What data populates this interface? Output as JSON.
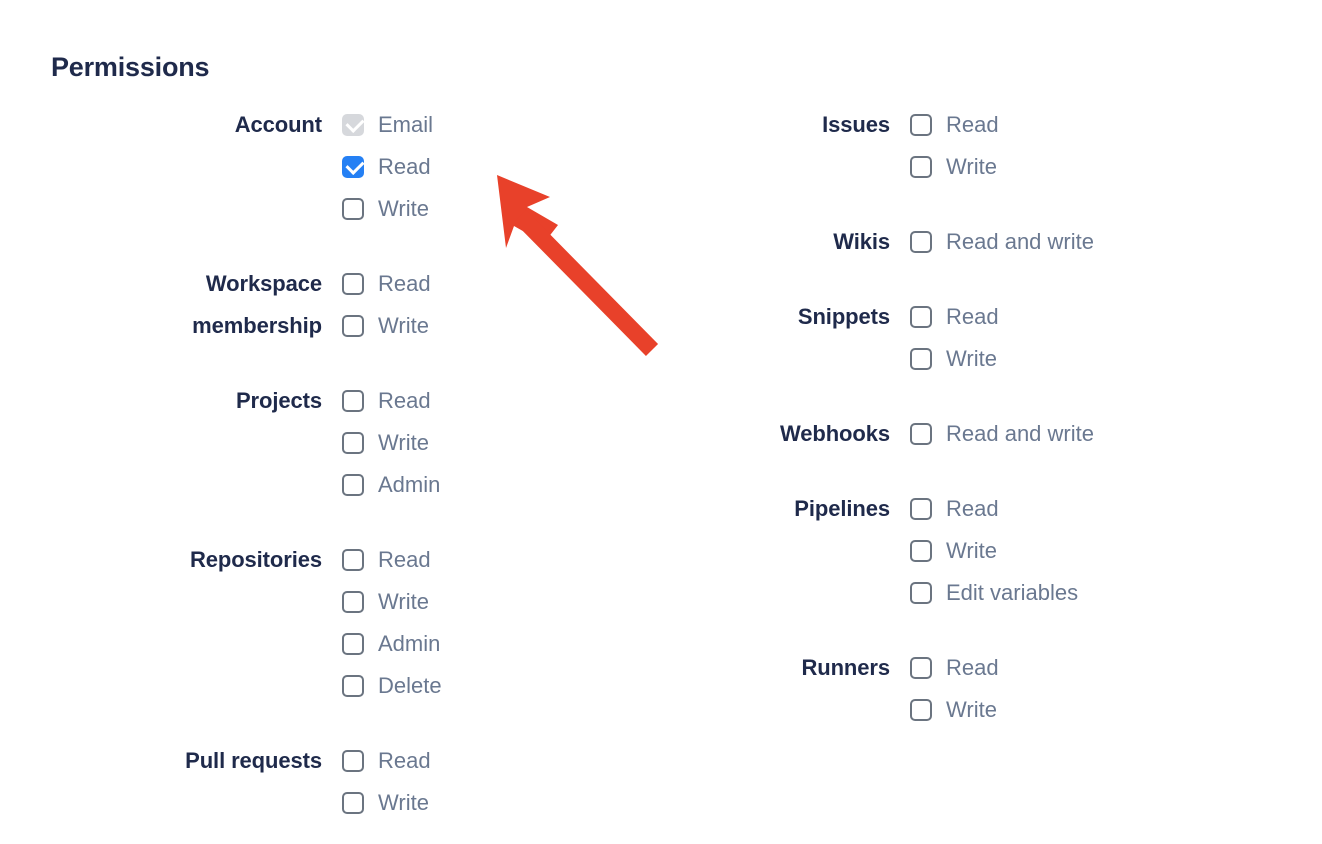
{
  "page": {
    "title": "Permissions",
    "accent_checked_color": "#2580f4",
    "disabled_checkbox_color": "#d6d8dc",
    "label_color": "#1f2a4b",
    "option_label_color": "#6a7890",
    "pointer_color": "#e8412a"
  },
  "columns": {
    "left": [
      {
        "label": "Account",
        "label_lines": [
          "Account"
        ],
        "options": [
          {
            "label": "Email",
            "state": "disabled-checked"
          },
          {
            "label": "Read",
            "state": "checked"
          },
          {
            "label": "Write",
            "state": "unchecked"
          }
        ]
      },
      {
        "label": "Workspace membership",
        "label_lines": [
          "Workspace",
          "membership"
        ],
        "options": [
          {
            "label": "Read",
            "state": "unchecked"
          },
          {
            "label": "Write",
            "state": "unchecked"
          }
        ]
      },
      {
        "label": "Projects",
        "label_lines": [
          "Projects"
        ],
        "options": [
          {
            "label": "Read",
            "state": "unchecked"
          },
          {
            "label": "Write",
            "state": "unchecked"
          },
          {
            "label": "Admin",
            "state": "unchecked"
          }
        ]
      },
      {
        "label": "Repositories",
        "label_lines": [
          "Repositories"
        ],
        "options": [
          {
            "label": "Read",
            "state": "unchecked"
          },
          {
            "label": "Write",
            "state": "unchecked"
          },
          {
            "label": "Admin",
            "state": "unchecked"
          },
          {
            "label": "Delete",
            "state": "unchecked"
          }
        ]
      },
      {
        "label": "Pull requests",
        "label_lines": [
          "Pull requests"
        ],
        "options": [
          {
            "label": "Read",
            "state": "unchecked"
          },
          {
            "label": "Write",
            "state": "unchecked"
          }
        ]
      }
    ],
    "right": [
      {
        "label": "Issues",
        "label_lines": [
          "Issues"
        ],
        "options": [
          {
            "label": "Read",
            "state": "unchecked"
          },
          {
            "label": "Write",
            "state": "unchecked"
          }
        ]
      },
      {
        "label": "Wikis",
        "label_lines": [
          "Wikis"
        ],
        "options": [
          {
            "label": "Read and write",
            "state": "unchecked"
          }
        ]
      },
      {
        "label": "Snippets",
        "label_lines": [
          "Snippets"
        ],
        "options": [
          {
            "label": "Read",
            "state": "unchecked"
          },
          {
            "label": "Write",
            "state": "unchecked"
          }
        ]
      },
      {
        "label": "Webhooks",
        "label_lines": [
          "Webhooks"
        ],
        "options": [
          {
            "label": "Read and write",
            "state": "unchecked"
          }
        ]
      },
      {
        "label": "Pipelines",
        "label_lines": [
          "Pipelines"
        ],
        "options": [
          {
            "label": "Read",
            "state": "unchecked"
          },
          {
            "label": "Write",
            "state": "unchecked"
          },
          {
            "label": "Edit variables",
            "state": "unchecked"
          }
        ]
      },
      {
        "label": "Runners",
        "label_lines": [
          "Runners"
        ],
        "options": [
          {
            "label": "Read",
            "state": "unchecked"
          },
          {
            "label": "Write",
            "state": "unchecked"
          }
        ]
      }
    ]
  },
  "annotation": {
    "pointer_icon": "arrow-pointer-icon",
    "points_at": "Account Read checkbox"
  }
}
